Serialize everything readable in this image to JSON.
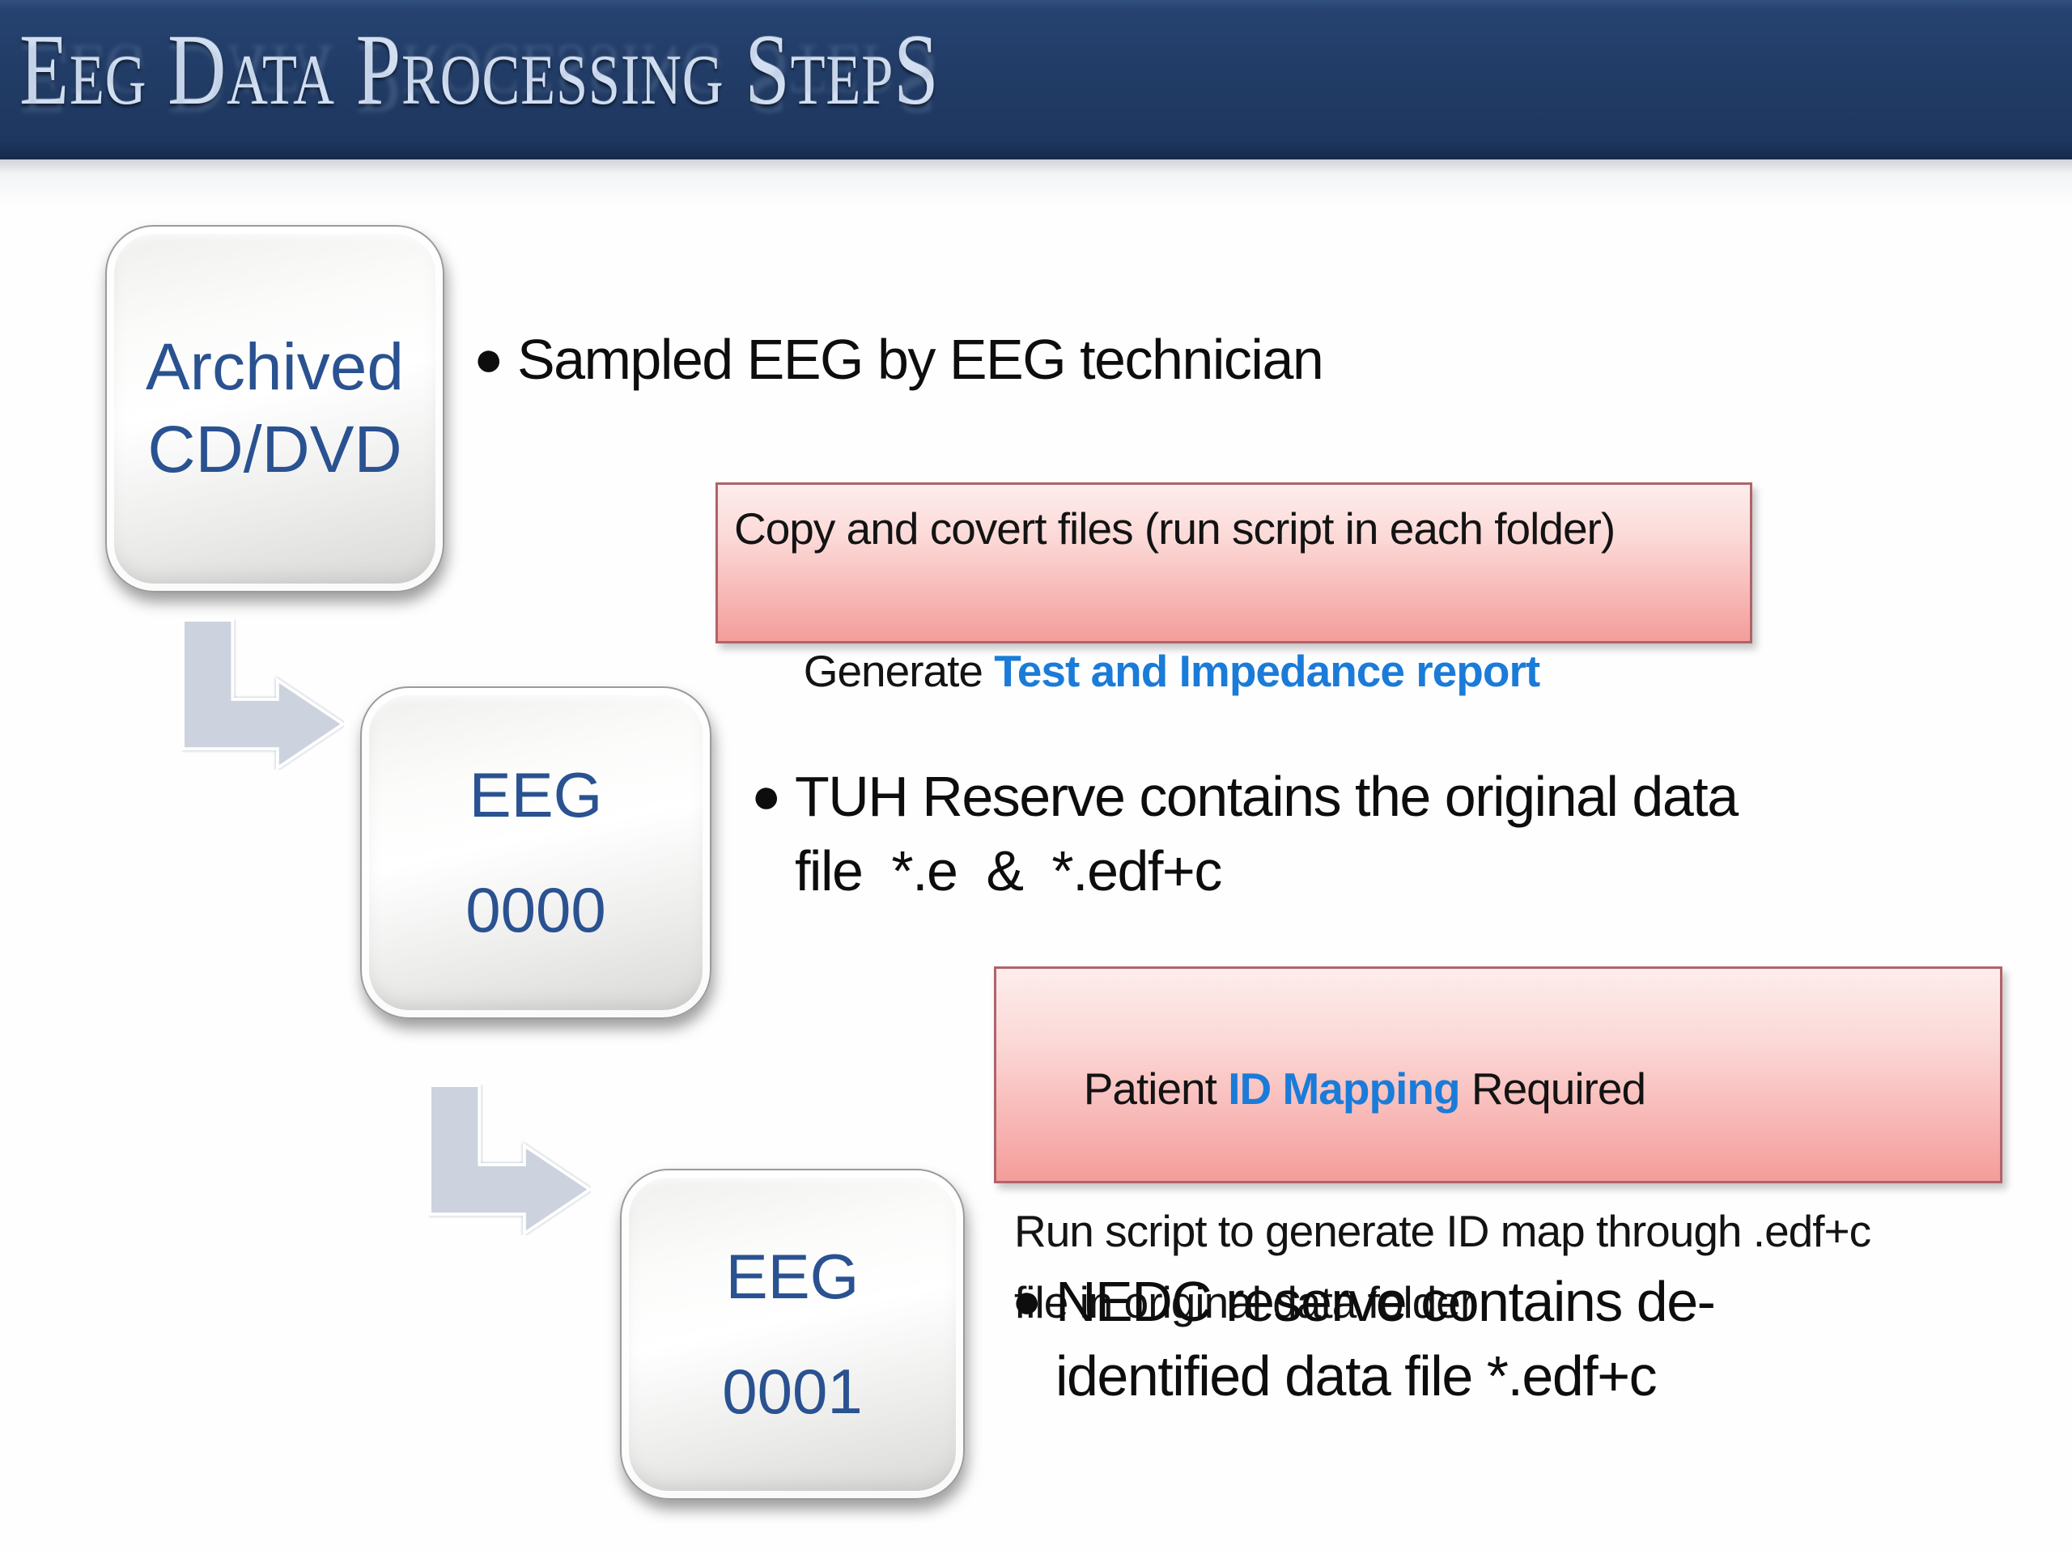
{
  "header": {
    "title": "Eeg Data Processing StepS"
  },
  "flow": {
    "bullet_glyph": "●",
    "boxes": [
      {
        "name": "archived-cd-dvd",
        "lines": [
          "Archived",
          "CD/DVD"
        ]
      },
      {
        "name": "eeg-0000",
        "lines": [
          "EEG",
          "0000"
        ]
      },
      {
        "name": "eeg-0001",
        "lines": [
          "EEG",
          "0001"
        ]
      }
    ],
    "bullets": [
      {
        "lines": [
          "Sampled EEG by EEG technician"
        ]
      },
      {
        "lines": [
          "TUH Reserve contains the original data",
          "file  *.e  &  *.edf+c"
        ]
      },
      {
        "lines": [
          "NEDC reserve contains de-",
          "identified data file *.edf+c"
        ]
      }
    ],
    "notes": [
      {
        "line1": "Copy and covert files (run script in each folder)",
        "line2_normal": "Generate ",
        "line2_blue": "Test and Impedance report"
      },
      {
        "line1_normal": "Patient ",
        "line1_blue": "ID Mapping",
        "line1_tail": " Required",
        "line2": "Run script to generate ID map through .edf+c",
        "line3": "file in original data folder"
      }
    ]
  },
  "colors": {
    "header_bg": "#213c66",
    "title_text": "#d2dff2",
    "box_label_blue": "#2a5291",
    "note_bg_top": "#fdedec",
    "note_bg_bottom": "#f49d9a",
    "note_border": "#b0636a",
    "highlight_blue": "#1b7bd8",
    "arrow_fill": "#ccd3de",
    "body_text": "#0d0d0d"
  }
}
